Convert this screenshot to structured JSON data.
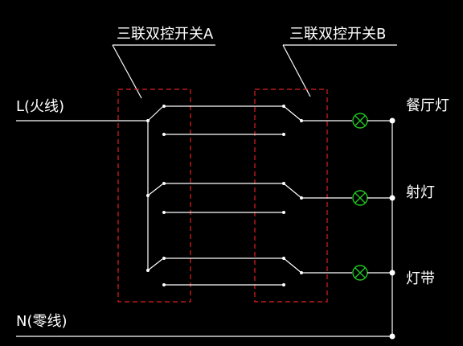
{
  "labels": {
    "switch_a": "三联双控开关A",
    "switch_b": "三联双控开关B",
    "live": "L(火线)",
    "neutral": "N(零线)"
  },
  "lamps": [
    {
      "label": "餐厅灯"
    },
    {
      "label": "射灯"
    },
    {
      "label": "灯带"
    }
  ],
  "colors": {
    "background": "#000000",
    "wire": "#ffffff",
    "switch_outline": "#e02020",
    "lamp": "#22c422"
  }
}
